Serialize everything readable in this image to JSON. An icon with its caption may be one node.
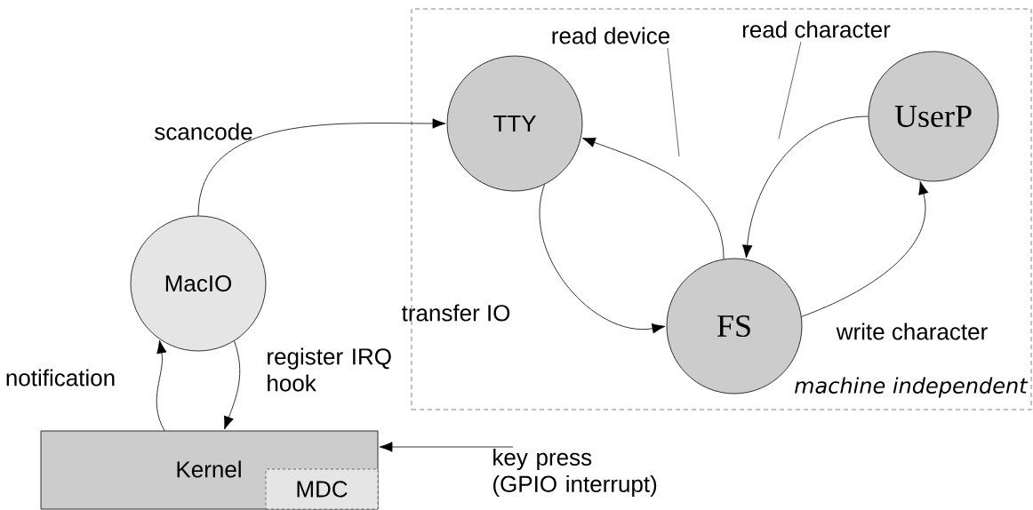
{
  "diagram": {
    "nodes": [
      {
        "text": [
          "machine independent"
        ]
      },
      {
        "text": [
          "TTY"
        ],
        "in": 0
      },
      {
        "text": [
          "FS"
        ],
        "in": 0
      },
      {
        "text": [
          "UserP"
        ],
        "in": 0
      },
      {
        "text": [
          "MacIO"
        ]
      },
      {
        "text": [
          "Kernel"
        ]
      },
      {
        "text": [
          "MDC"
        ],
        "in": 5
      },
      {
        "text": [
          "read device"
        ],
        "in": 0
      },
      {
        "text": [
          "read character"
        ],
        "in": 0
      }
    ],
    "edges": [
      {
        "from": 4,
        "to": 1,
        "arrow": "to",
        "label": "scancode"
      },
      {
        "from": 1,
        "to": 2,
        "arrow": "to",
        "label": "transfer IO"
      },
      {
        "from": 2,
        "to": 1,
        "arrow": "to"
      },
      {
        "from": 3,
        "to": 2,
        "arrow": "to"
      },
      {
        "from": 2,
        "to": 3,
        "arrow": "to",
        "label": "write character"
      },
      {
        "from": 5,
        "to": 4,
        "arrow": "to",
        "label": "notification"
      },
      {
        "from": 4,
        "to": 5,
        "arrow": "to",
        "label": "register IRQ hook"
      },
      {
        "from": null,
        "to": 5,
        "arrow": "to",
        "label": "key press (GPIO interrupt)"
      },
      {
        "from": 7,
        "to": null,
        "arrow": "none"
      },
      {
        "from": 8,
        "to": null,
        "arrow": "none"
      }
    ]
  }
}
